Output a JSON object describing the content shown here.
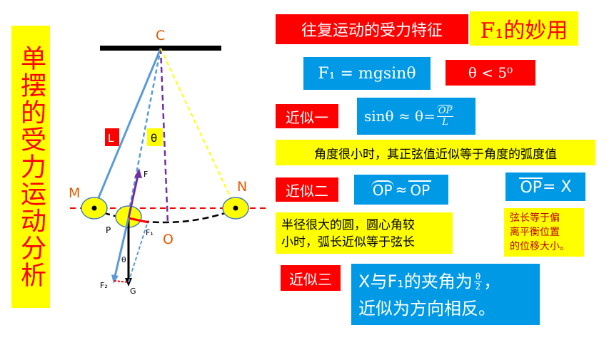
{
  "side_title": "单摆的受力运动分析",
  "header": {
    "feature": "往复运动的受力特征",
    "f1_use": "F₁的妙用"
  },
  "formula": {
    "f1": "F₁ = mgsinθ",
    "angle": "θ < 5⁰"
  },
  "approx1": {
    "tag": "近似一",
    "formula_left": "sinθ ≈ θ=",
    "frac_num": "OP",
    "frac_den": "L",
    "desc": "角度很小时，其正弦值近似等于角度的弧度值"
  },
  "approx2": {
    "tag": "近似二",
    "formula_arc": "OP",
    "formula_mid": " ≈",
    "formula_seg": "OP",
    "op_x_label": "OP",
    "op_x_rest": "= X",
    "desc_line1": "半径很大的圆，圆心角较",
    "desc_line2": "小时，弧长近似等于弦长",
    "chord_line1": "弦长等于偏",
    "chord_line2": "离平衡位置",
    "chord_line3": "的位移大小。"
  },
  "approx3": {
    "tag": "近似三",
    "line1_pre": "X与F₁的夹角为",
    "frac_num": "θ",
    "frac_den": "2",
    "line1_post": "，",
    "line2": "近似为方向相反。"
  },
  "diagram": {
    "label_c": "C",
    "label_l": "L",
    "label_theta": "θ",
    "label_m": "M",
    "label_n": "N",
    "label_o": "O",
    "label_p": "P",
    "label_f": "F",
    "label_f1": "F₁",
    "label_f2": "F₂",
    "label_g": "G",
    "label_theta2": "θ"
  },
  "colors": {
    "red": "#ff0000",
    "yellow": "#ffff00",
    "blue": "#0099e6",
    "purple": "#7030a0",
    "line_blue": "#5b9bd5"
  }
}
